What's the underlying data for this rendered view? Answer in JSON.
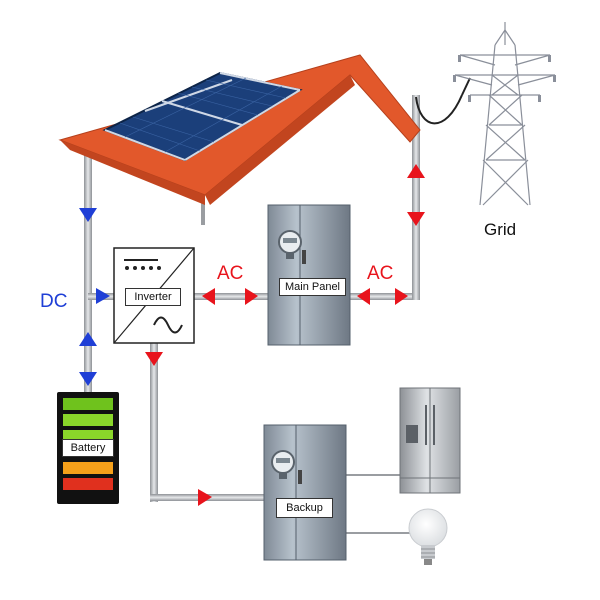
{
  "labels": {
    "dc": "DC",
    "ac_left": "AC",
    "ac_right": "AC",
    "grid": "Grid",
    "inverter": "Inverter",
    "main_panel": "Main Panel",
    "battery": "Battery",
    "backup": "Backup"
  },
  "colors": {
    "dc_arrow": "#1f3fd6",
    "ac_arrow": "#e8141c",
    "roof": "#e2582b",
    "panel": "#1b3f7a",
    "wire": "#b9bcc0",
    "battery_green": "#7ed321",
    "battery_orange": "#f5a01a",
    "battery_red": "#e0301e"
  },
  "icons": {
    "solar": "solar-panel-icon",
    "tower": "transmission-tower-icon",
    "fridge": "refrigerator-icon",
    "bulb": "light-bulb-icon",
    "meter": "electric-meter-icon",
    "battery": "battery-icon",
    "inverter": "inverter-icon"
  }
}
